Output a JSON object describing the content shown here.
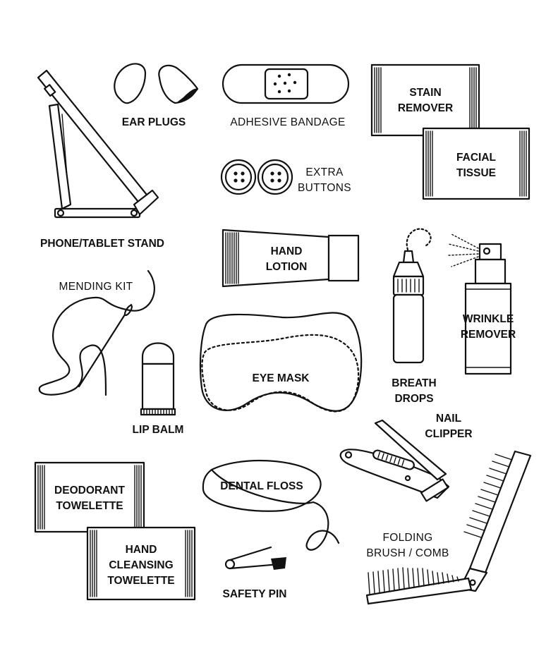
{
  "labels": {
    "ear_plugs": "EAR PLUGS",
    "adhesive_bandage": "ADHESIVE BANDAGE",
    "stain_remover_1": "STAIN",
    "stain_remover_2": "REMOVER",
    "facial_tissue_1": "FACIAL",
    "facial_tissue_2": "TISSUE",
    "extra_buttons_1": "EXTRA",
    "extra_buttons_2": "BUTTONS",
    "phone_tablet_stand": "PHONE/TABLET STAND",
    "hand_lotion_1": "HAND",
    "hand_lotion_2": "LOTION",
    "mending_kit": "MENDING KIT",
    "wrinkle_remover_1": "WRINKLE",
    "wrinkle_remover_2": "REMOVER",
    "eye_mask": "EYE MASK",
    "breath_drops_1": "BREATH",
    "breath_drops_2": "DROPS",
    "lip_balm": "LIP BALM",
    "nail_clipper_1": "NAIL",
    "nail_clipper_2": "CLIPPER",
    "deodorant_towelette_1": "DEODORANT",
    "deodorant_towelette_2": "TOWELETTE",
    "dental_floss": "DENTAL FLOSS",
    "hand_cleansing_towelette_1": "HAND",
    "hand_cleansing_towelette_2": "CLEANSING",
    "hand_cleansing_towelette_3": "TOWELETTE",
    "folding_brush_comb_1": "FOLDING",
    "folding_brush_comb_2": "BRUSH / COMB",
    "safety_pin": "SAFETY PIN"
  },
  "colors": {
    "ink": "#111111",
    "background": "#ffffff"
  }
}
